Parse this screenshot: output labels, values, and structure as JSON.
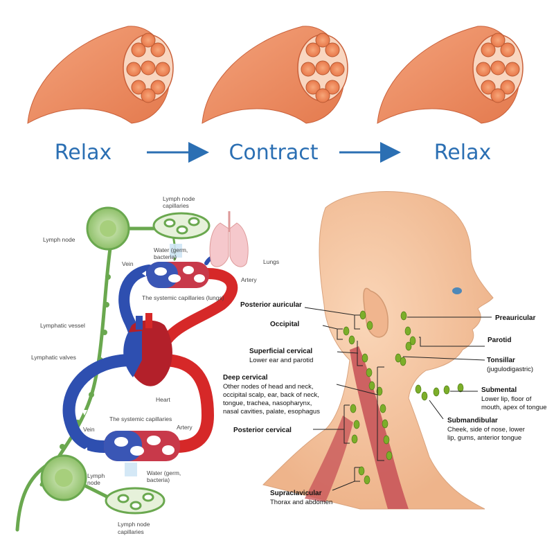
{
  "muscle_cycle": {
    "stages": [
      "Relax",
      "Contract",
      "Relax"
    ]
  },
  "circulation": {
    "labels": {
      "lymph_node_capillaries_top": [
        "Lymph node",
        "capillaries"
      ],
      "lymph_node_top": "Lymph node",
      "water_top": [
        "Water (germ,",
        "bacteria)"
      ],
      "vein_top": "Vein",
      "lungs": "Lungs",
      "artery_top": "Artery",
      "systemic_lungs": "The systemic capillaries (lungs)",
      "lymphatic_vessel": "Lymphatic vessel",
      "lymphatic_valves": "Lymphatic valves",
      "heart": "Heart",
      "systemic": "The systemic capillaries",
      "vein_bottom": "Vein",
      "artery_bottom": "Artery",
      "lymph_node_bottom": [
        "Lymph",
        "node"
      ],
      "water_bottom": [
        "Water (germ,",
        "bacteria)"
      ],
      "lymph_node_capillaries_bottom": [
        "Lymph node",
        "capillaries"
      ]
    }
  },
  "head_nodes": {
    "left": [
      {
        "title": "Posterior auricular",
        "desc": []
      },
      {
        "title": "Occipital",
        "desc": []
      },
      {
        "title": "Superficial cervical",
        "desc": [
          "Lower ear and parotid"
        ]
      },
      {
        "title": "Deep cervical",
        "desc": [
          "Other nodes of head and neck,",
          "occipital scalp, ear, back of neck,",
          "tongue, trachea, nasopharynx,",
          "nasal cavities, palate, esophagus"
        ]
      },
      {
        "title": "Posterior cervical",
        "desc": []
      },
      {
        "title": "Supraclavicular",
        "desc": [
          "Thorax and abdomen"
        ]
      }
    ],
    "right": [
      {
        "title": "Preauricular",
        "desc": []
      },
      {
        "title": "Parotid",
        "desc": []
      },
      {
        "title": "Tonsillar",
        "desc": [
          "(jugulodigastric)"
        ]
      },
      {
        "title": "Submental",
        "desc": [
          "Lower lip, floor of",
          "mouth, apex of tongue"
        ]
      },
      {
        "title": "Submandibular",
        "desc": [
          "Cheek, side of nose, lower",
          "lip, gums, anterior tongue"
        ]
      }
    ]
  },
  "colors": {
    "arrow_text": "#2b6fb3",
    "muscle": "#ee8a5c",
    "vein": "#2e4fb0",
    "artery": "#d62828",
    "lymph": "#6aa84f",
    "skin": "#f4c4a0",
    "node": "#7cae2a"
  }
}
